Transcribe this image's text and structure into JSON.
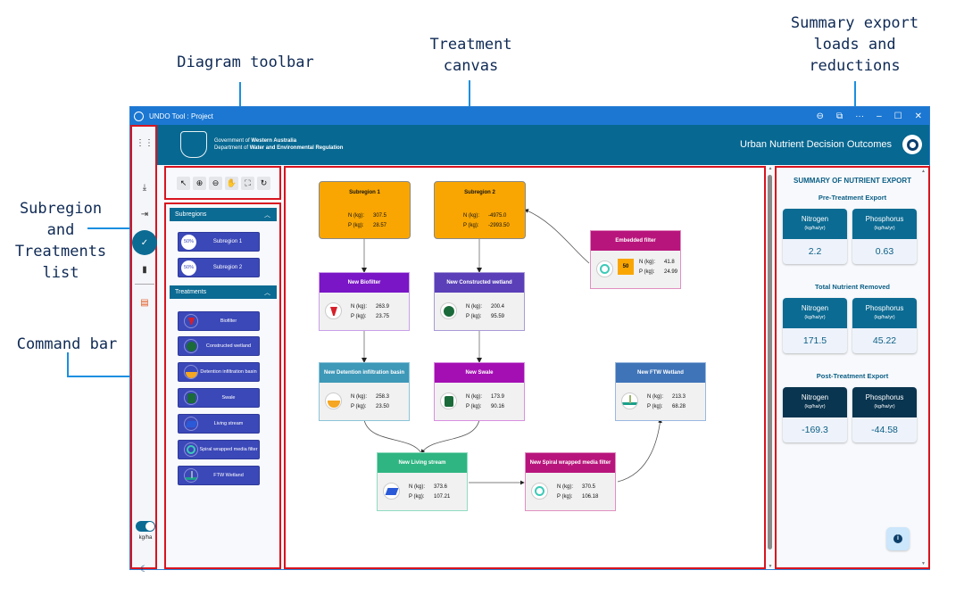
{
  "callouts": {
    "diagram_toolbar": "Diagram toolbar",
    "treatment_canvas": "Treatment\ncanvas",
    "summary_export": "Summary export\nloads and\nreductions",
    "subregion_list": "Subregion\nand\nTreatments\nlist",
    "command_bar": "Command bar"
  },
  "window": {
    "title": "UNDO Tool : Project",
    "controls": [
      "zoom-out-icon",
      "screen-icon",
      "more-icon",
      "minimize-icon",
      "maximize-icon",
      "close-icon"
    ]
  },
  "banner": {
    "gov_line1_prefix": "Government of ",
    "gov_line1_bold": "Western Australia",
    "gov_line2_prefix": "Department of ",
    "gov_line2_bold": "Water and Environmental Regulation",
    "app_title": "Urban Nutrient Decision Outcomes"
  },
  "command_bar": {
    "items": [
      "apps-grid-icon",
      "import-icon",
      "export-icon",
      "treatments-check-icon",
      "document-icon",
      "report-icon"
    ],
    "toggle_label": "kg/ha",
    "toggle_on": true,
    "theme_icon": "moon-icon"
  },
  "toolbar": {
    "tools": [
      "select-pointer",
      "zoom-in",
      "zoom-out",
      "pan-hand",
      "fit-to-screen",
      "reset"
    ]
  },
  "subregions": {
    "header": "Subregions",
    "items": [
      {
        "percent": "50%",
        "label": "Subregion 1"
      },
      {
        "percent": "50%",
        "label": "Subregion 2"
      }
    ]
  },
  "treatments": {
    "header": "Treatments",
    "items": [
      {
        "label": "Biofilter",
        "icon": "biofilter-icon"
      },
      {
        "label": "Constructed wetland",
        "icon": "wetland-icon"
      },
      {
        "label": "Detention infiltration basin",
        "icon": "basin-icon"
      },
      {
        "label": "Swale",
        "icon": "swale-icon"
      },
      {
        "label": "Living stream",
        "icon": "stream-icon"
      },
      {
        "label": "Spiral wrapped media filter",
        "icon": "spiral-filter-icon"
      },
      {
        "label": "FTW Wetland",
        "icon": "ftw-icon"
      }
    ]
  },
  "canvas": {
    "n_label": "N (kg):",
    "p_label": "P (kg):",
    "subregions": [
      {
        "title": "Subregion 1",
        "n": "307.5",
        "p": "28.57"
      },
      {
        "title": "Subregion 2",
        "n": "-4975.0",
        "p": "-2993.50"
      }
    ],
    "nodes": {
      "biofilter": {
        "title": "New Biofilter",
        "n": "263.9",
        "p": "23.75",
        "color": "#7a16c6"
      },
      "wetland": {
        "title": "New Constructed wetland",
        "n": "200.4",
        "p": "95.59",
        "color": "#5a3fb8"
      },
      "embedded": {
        "title": "Embedded filter",
        "n": "41.8",
        "p": "24.99",
        "badge": "50",
        "color": "#b8157c"
      },
      "basin": {
        "title": "New Detention infiltration basin",
        "n": "258.3",
        "p": "23.50",
        "color": "#3e98b8"
      },
      "swale": {
        "title": "New Swale",
        "n": "173.9",
        "p": "90.16",
        "color": "#a40fb3"
      },
      "ftw": {
        "title": "New FTW Wetland",
        "n": "213.3",
        "p": "68.28",
        "color": "#3f74b8"
      },
      "living": {
        "title": "New Living stream",
        "n": "373.6",
        "p": "107.21",
        "color": "#2fb582"
      },
      "spiral": {
        "title": "New Spiral wrapped media filter",
        "n": "370.5",
        "p": "106.18",
        "color": "#b8157c"
      }
    }
  },
  "summary": {
    "title": "SUMMARY OF NUTRIENT EXPORT",
    "unit": "(kg/ha/yr)",
    "sections": [
      {
        "title": "Pre-Treatment Export",
        "nitrogen_label": "Nitrogen",
        "phosphorus_label": "Phosphorus",
        "nitrogen": "2.2",
        "phosphorus": "0.63"
      },
      {
        "title": "Total Nutrient Removed",
        "nitrogen_label": "Nitrogen",
        "phosphorus_label": "Phosphorus",
        "nitrogen": "171.5",
        "phosphorus": "45.22"
      },
      {
        "title": "Post-Treatment Export",
        "nitrogen_label": "Nitrogen",
        "phosphorus_label": "Phosphorus",
        "nitrogen": "-169.3",
        "phosphorus": "-44.58"
      }
    ],
    "header_colors": [
      "#0b6b93",
      "#0b6b93",
      "#0a3550"
    ]
  }
}
